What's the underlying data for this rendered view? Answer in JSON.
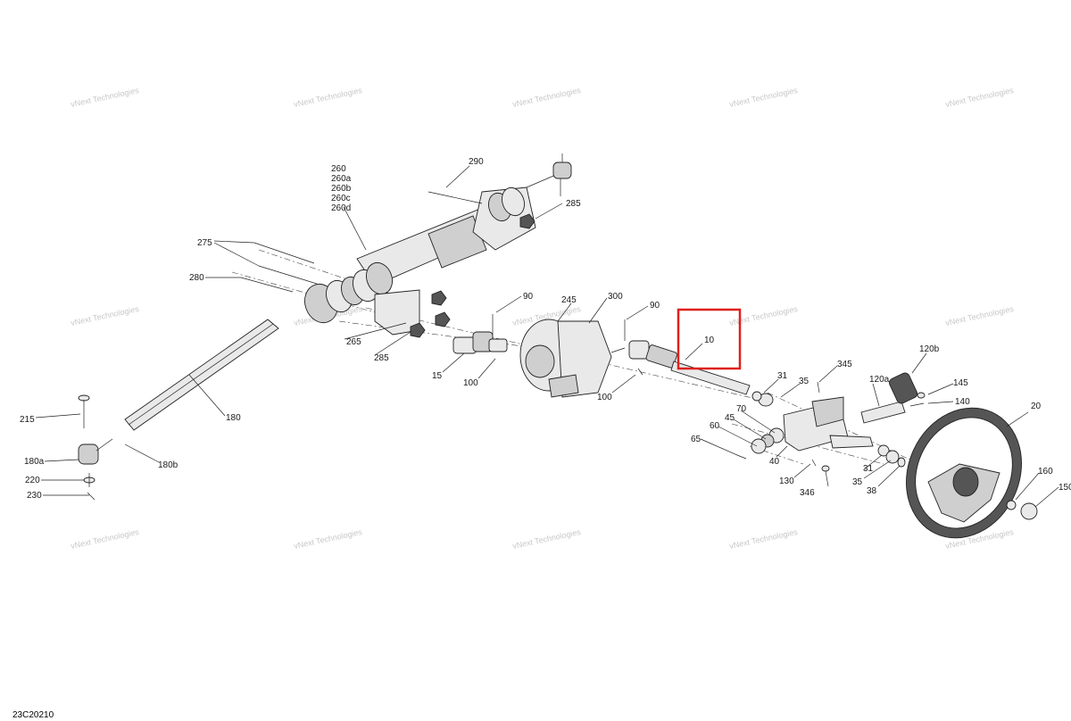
{
  "diagram": {
    "drawing_code": "23C20210",
    "watermark": "vNext Technologies",
    "highlight_color": "#e0201b",
    "labels": {
      "l290": "290",
      "l285a": "285",
      "l260": "260",
      "l260a": "260a",
      "l260b": "260b",
      "l260c": "260c",
      "l260d": "260d",
      "l275": "275",
      "l280": "280",
      "l265": "265",
      "l285b": "285",
      "l90a": "90",
      "l245": "245",
      "l300": "300",
      "l90b": "90",
      "l10": "10",
      "l15": "15",
      "l100a": "100",
      "l100b": "100",
      "l215": "215",
      "l180": "180",
      "l180a": "180a",
      "l180b": "180b",
      "l220": "220",
      "l230": "230",
      "l31a": "31",
      "l35a": "35",
      "l345": "345",
      "l120b": "120b",
      "l120a": "120a",
      "l145": "145",
      "l140": "140",
      "l70": "70",
      "l45": "45",
      "l60": "60",
      "l65": "65",
      "l40": "40",
      "l130": "130",
      "l346": "346",
      "l31b": "31",
      "l35b": "35",
      "l38": "38",
      "l20": "20",
      "l160": "160",
      "l150": "150"
    }
  }
}
